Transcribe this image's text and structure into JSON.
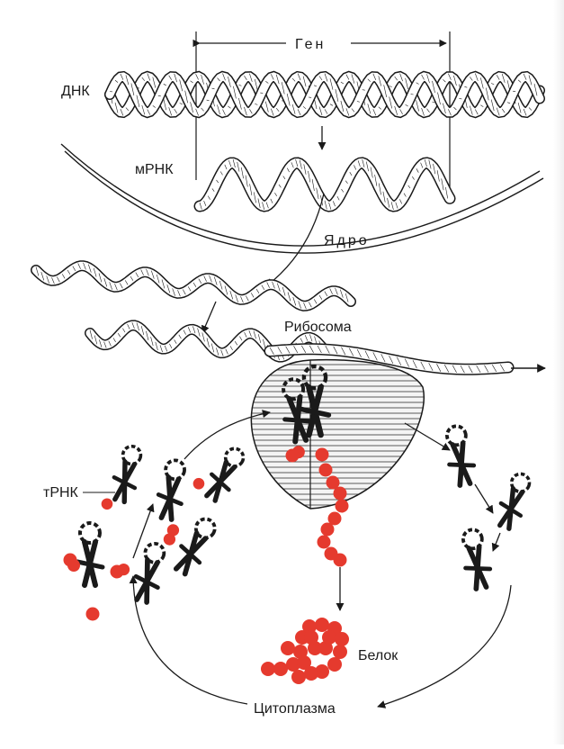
{
  "labels": {
    "gene": "Ген",
    "dna": "ДНК",
    "mrna": "мРНК",
    "nucleus": "Ядро",
    "ribosome": "Рибосома",
    "trna": "тРНК",
    "protein": "Белок",
    "cytoplasm": "Цитоплазма"
  },
  "colors": {
    "ink": "#1a1a1a",
    "amino_acid": "#e53a2e",
    "ribosome_fill": "#f4f4f4"
  }
}
